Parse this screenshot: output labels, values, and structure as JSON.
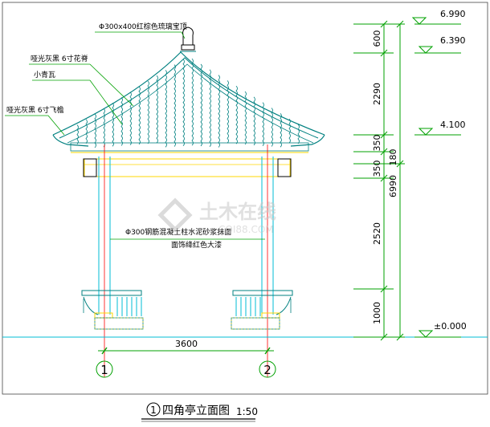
{
  "elevation_marks": {
    "top": "6.990",
    "cap": "6.390",
    "eave": "4.100",
    "ground": "±0.000"
  },
  "vertical_dims": {
    "d1": "600",
    "d2": "2290",
    "d3": "350",
    "d4": "350",
    "d5": "2520",
    "d6": "1000",
    "mid": "180",
    "total": "6990"
  },
  "horizontal_dim": "3600",
  "axis_labels": [
    "1",
    "2"
  ],
  "annotations": {
    "finial": "Φ300x400红棕色琉璃宝顶",
    "ridge": "哑光灰黑 6寸花脊",
    "tile": "小青瓦",
    "flying_eave": "哑光灰黑 6寸飞檐",
    "column_line1": "Φ300钢筋混凝土柱水泥砂浆抹面",
    "column_line2": "面饰绛红色大漆"
  },
  "watermark": {
    "main": "土木在线",
    "sub": "COI88.COM"
  },
  "title": {
    "number": "1",
    "text": "四角亭立面图",
    "scale": "1:50"
  },
  "colors": {
    "roof": "#008080",
    "column": "#00bcd4",
    "dim_green": "#00a000",
    "red": "#ff0000",
    "yellow": "#ffd700",
    "black": "#000000"
  }
}
